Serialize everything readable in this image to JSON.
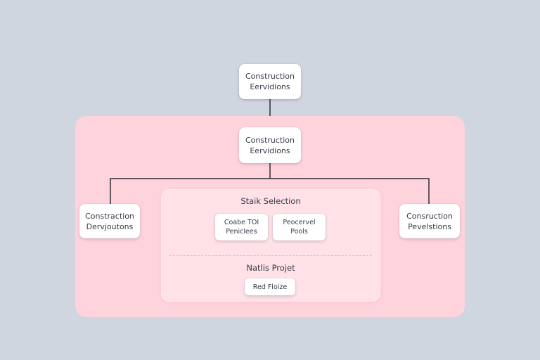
{
  "nodes": {
    "top": [
      "Construction",
      "Eervidions"
    ],
    "middle": [
      "Construction",
      "Eervidions"
    ],
    "left": [
      "Constraction",
      "Dervjoutons"
    ],
    "right": [
      "Consruction",
      "Pevelstions"
    ],
    "inner_left": [
      "Coabe TOI",
      "Peniclees"
    ],
    "inner_right": [
      "Peocervel",
      "Pools"
    ],
    "bottom": [
      "Red Floize"
    ]
  },
  "group_labels": {
    "stack": "Staik Selection",
    "project": "Natlis Projet"
  },
  "colors": {
    "background": "#d0d6df",
    "outer_panel": "#ffd3dc",
    "inner_panel": "#ffe1e7",
    "connector": "#2b3038",
    "node_fill": "#ffffff"
  }
}
